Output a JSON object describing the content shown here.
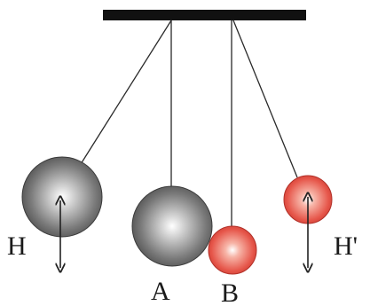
{
  "labels": {
    "ball_a": "A",
    "ball_b": "B",
    "height_left": "H",
    "height_right": "H'"
  },
  "colors": {
    "beam": "#111111",
    "string": "#2a2a2a",
    "gray_ball": "#6f6f6f",
    "red_ball": "#e0483e",
    "arrow": "#222222"
  }
}
